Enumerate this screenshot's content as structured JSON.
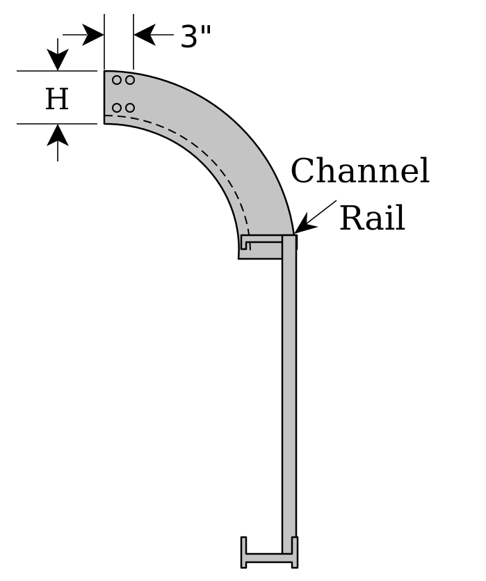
{
  "labels": {
    "width_dimension": "3\"",
    "height_dimension": "H",
    "callout_line1": "Channel",
    "callout_line2": "Rail"
  },
  "colors": {
    "fill": "#c4c4c4",
    "stroke": "#000000",
    "background": "#ffffff"
  }
}
